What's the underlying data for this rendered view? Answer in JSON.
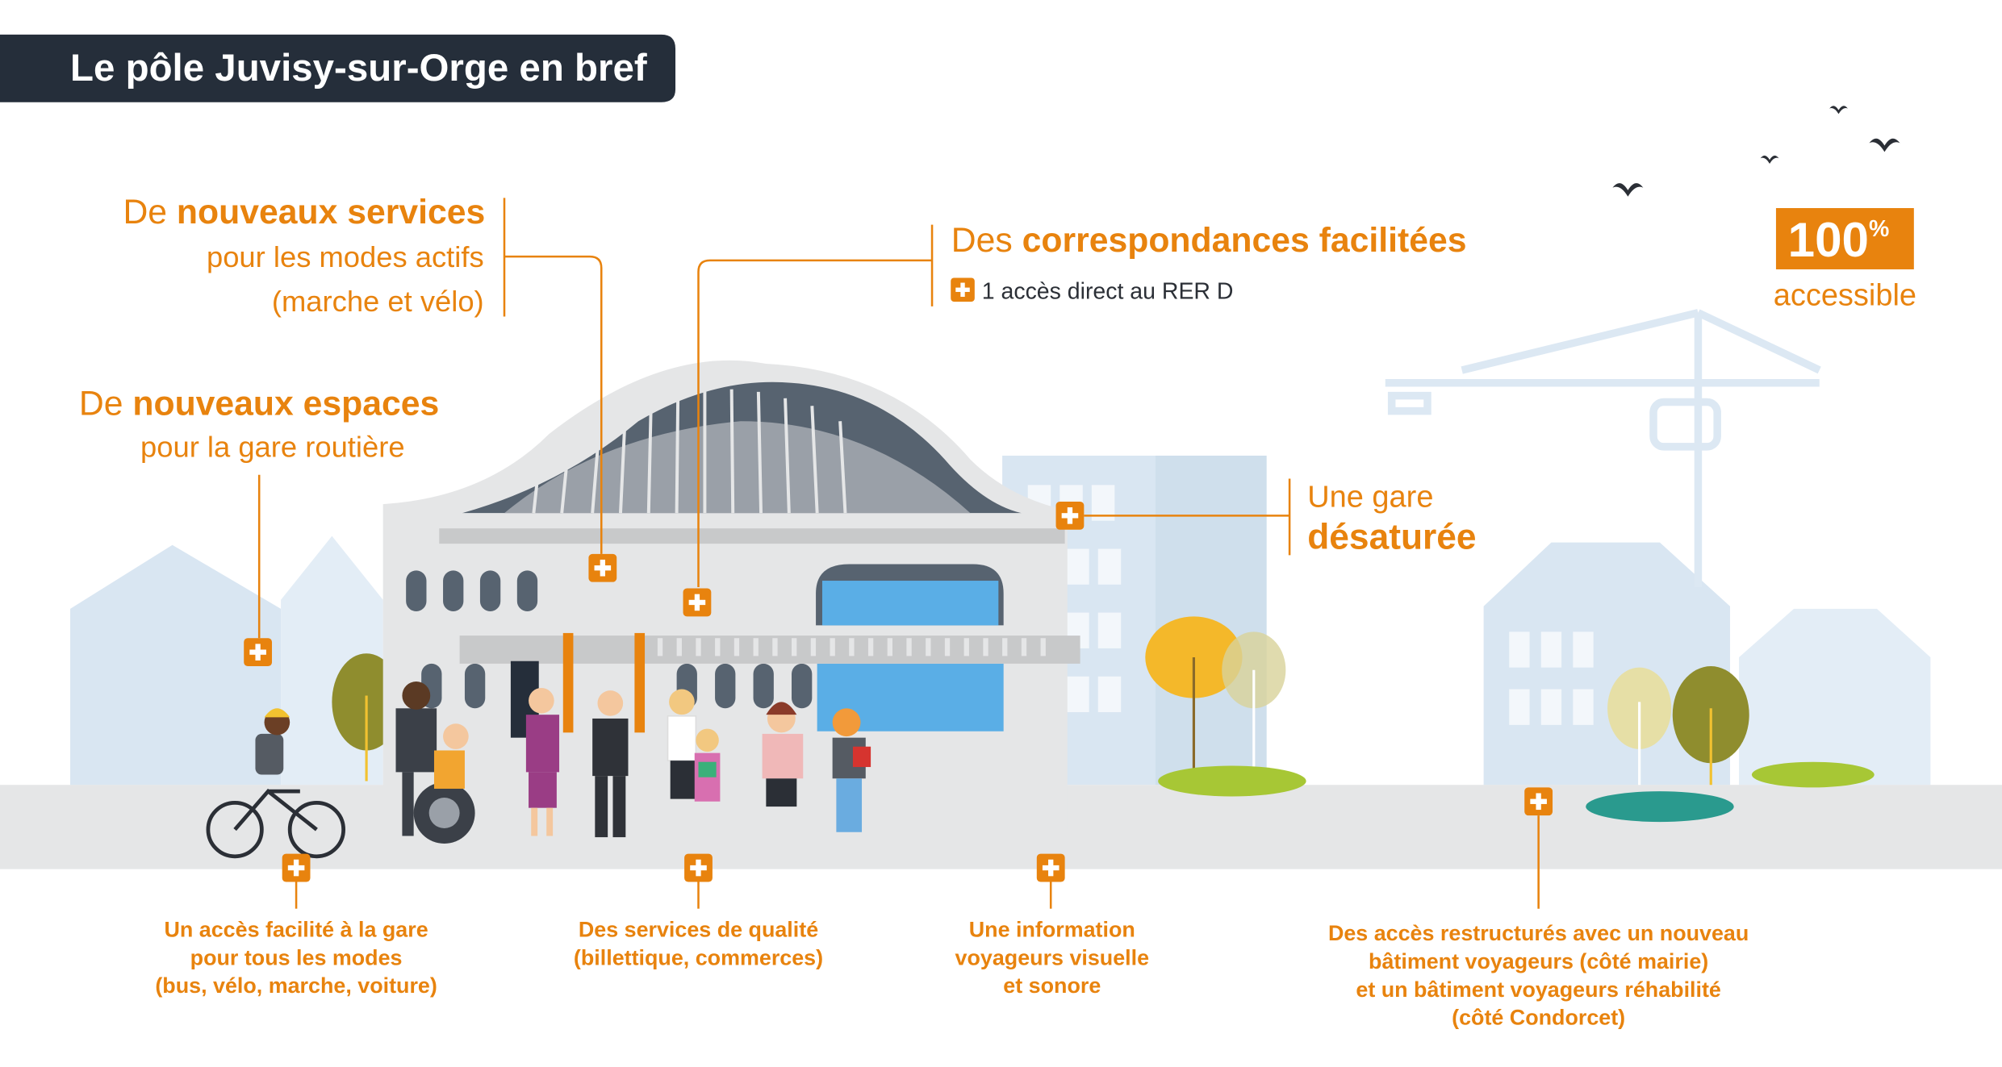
{
  "title": "Le pôle Juvisy-sur-Orge en bref",
  "colors": {
    "accent": "#e8830e",
    "title_bg": "#252e3a",
    "sky_buildings": "#d6e4f0",
    "ground": "#e5e6e7"
  },
  "callouts": {
    "services": {
      "prefix": "De ",
      "bold": "nouveaux services",
      "line2": "pour les modes actifs",
      "line3": "(marche et vélo)"
    },
    "espaces": {
      "prefix": "De ",
      "bold": "nouveaux espaces",
      "line2": "pour la gare routière"
    },
    "correspondances": {
      "prefix": "Des ",
      "bold": "correspondances facilitées",
      "item": "1 accès direct au RER D"
    },
    "accessible": {
      "value": "100",
      "unit": "%",
      "label": "accessible"
    },
    "desaturee": {
      "line1": "Une gare",
      "bold": "désaturée"
    }
  },
  "bottom": [
    {
      "lines": [
        "Un accès facilité à la gare",
        "pour tous les modes",
        "(bus, vélo, marche, voiture)"
      ]
    },
    {
      "lines": [
        "Des services de qualité",
        "(billettique, commerces)"
      ]
    },
    {
      "lines": [
        "Une information",
        "voyageurs visuelle",
        "et sonore"
      ]
    },
    {
      "lines": [
        "Des accès restructurés avec un nouveau",
        "bâtiment voyageurs (côté mairie)",
        "et un bâtiment voyageurs réhabilité",
        "(côté Condorcet)"
      ]
    }
  ],
  "icons": [
    "plus-icon",
    "bird-icon",
    "crane-icon",
    "tree-icon",
    "bicycle-icon",
    "wheelchair-icon"
  ]
}
